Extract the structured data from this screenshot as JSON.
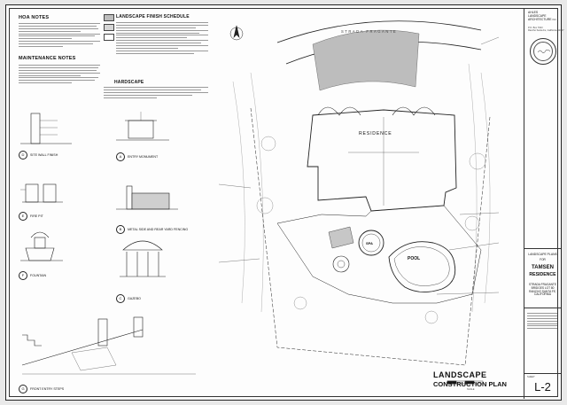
{
  "notes": {
    "hoa_title": "HOA NOTES",
    "maintenance_title": "MAINTENANCE NOTES",
    "hardscape_title": "HARDSCAPE"
  },
  "schedule": {
    "title": "LANDSCAPE FINISH SCHEDULE"
  },
  "details": [
    {
      "letter": "D",
      "label": "SITE WALL FINISH"
    },
    {
      "letter": "A",
      "label": "ENTRY MONUMENT"
    },
    {
      "letter": "E",
      "label": "FIRE PIT"
    },
    {
      "letter": "B",
      "label": "METAL SIDE AND REAR YARD FENCING"
    },
    {
      "letter": "F",
      "label": "FOUNTAIN"
    },
    {
      "letter": "C",
      "label": "GAZEBO"
    },
    {
      "letter": "G",
      "label": "FRONT ENTRY STEPS"
    }
  ],
  "plan": {
    "street": "STRADA FRAGANTE",
    "residence": "RESIDENCE",
    "pool": "POOL",
    "spa": "SPA",
    "title_line1": "LANDSCAPE",
    "title_line2": "CONSTRUCTION PLAN",
    "scale_label": "SCALE"
  },
  "titleblock": {
    "firm_line1": "AHLES",
    "firm_line2": "LANDSCAPE",
    "firm_line3": "ARCHITECTURE",
    "firm_suffix": "INC.",
    "address1": "P.O. Box 7023",
    "address2": "Rancho Santa Fe, California 92067",
    "sheet_type": "LANDSCAPE PLANS",
    "for": "FOR",
    "project1": "TAMSEN",
    "project2": "RESIDENCE",
    "site1": "STRADA FRAGANTE",
    "site2": "BRIDGES LOT 80",
    "site3": "RANCHO SANTA FE,",
    "site4": "CALIFORNIA",
    "sheet_label": "SHEET",
    "sheet_number": "L-2"
  }
}
